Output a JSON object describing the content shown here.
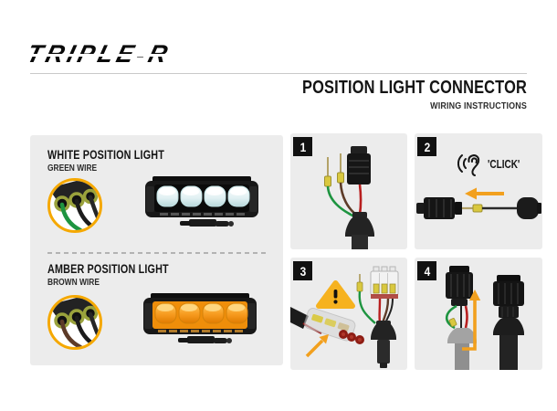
{
  "brand": {
    "logo_text": "TRIPLE-R"
  },
  "header": {
    "title": "POSITION LIGHT CONNECTOR",
    "subtitle": "WIRING INSTRUCTIONS"
  },
  "left_panel": {
    "sections": [
      {
        "title": "WHITE POSITION LIGHT",
        "wire_label": "GREEN WIRE",
        "wire_color": "#1E9440",
        "lamp_color": "white"
      },
      {
        "title": "AMBER POSITION LIGHT",
        "wire_label": "BROWN WIRE",
        "wire_color": "#5D3B28",
        "lamp_color": "amber"
      }
    ]
  },
  "steps": [
    {
      "number": "1"
    },
    {
      "number": "2",
      "sound_label": "'CLICK'"
    },
    {
      "number": "3"
    },
    {
      "number": "4"
    }
  ],
  "icons": [
    "ear-icon",
    "warning-icon",
    "arrow-left-icon",
    "arrow-up-icon",
    "arrow-upright-icon"
  ],
  "colors": {
    "accent_orange": "#F5A800",
    "panel_gray": "#ECECEC",
    "wire_green": "#1E9440",
    "wire_brown": "#5D3B28",
    "wire_red": "#B81F1F",
    "crimp_yellow": "#D9C83F",
    "seal_red": "#8E1D14",
    "badge_black": "#111111"
  }
}
